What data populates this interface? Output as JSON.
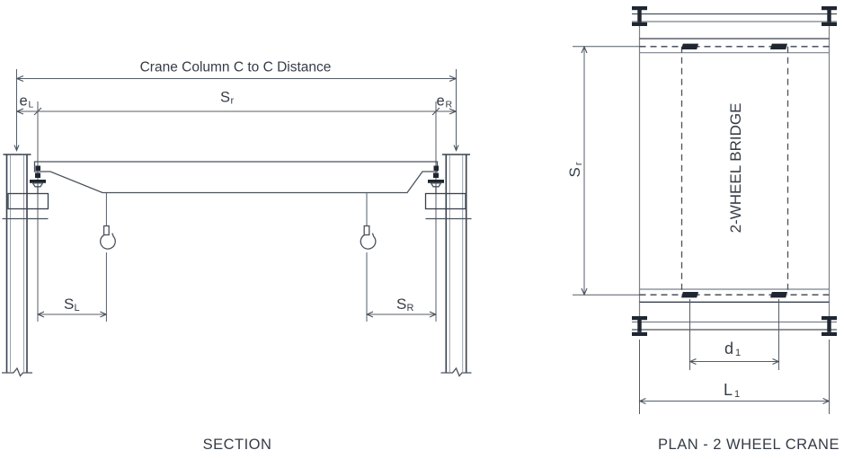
{
  "drawing": {
    "section": {
      "title": "SECTION",
      "dim_crane_cc": "Crane Column C to C Distance",
      "dim_e_left": {
        "main": "e",
        "sub": "L"
      },
      "dim_s_rail": {
        "main": "S",
        "sub": "r"
      },
      "dim_e_right": {
        "main": "e",
        "sub": "R"
      },
      "dim_s_left": {
        "main": "S",
        "sub": "L"
      },
      "dim_s_right": {
        "main": "S",
        "sub": "R"
      }
    },
    "plan": {
      "title": "PLAN - 2 WHEEL CRANE",
      "bridge_label": "2-WHEEL BRIDGE",
      "dim_s_rail": {
        "main": "S",
        "sub": "r"
      },
      "dim_d1": {
        "main": "d",
        "sub": "1"
      },
      "dim_l1": {
        "main": "L",
        "sub": "1"
      }
    },
    "colors": {
      "line_dark": "#39414d",
      "line_gray": "#79818c",
      "fill_black": "#1f2630",
      "text": "#353c46",
      "background": "#ffffff"
    }
  }
}
